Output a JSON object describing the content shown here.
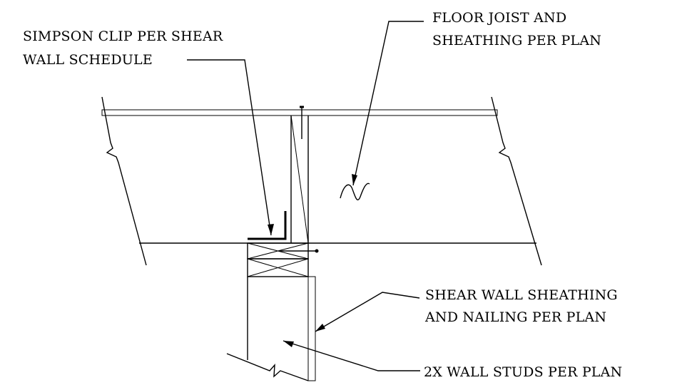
{
  "labels": {
    "floor_joist_line1": "FLOOR JOIST AND",
    "floor_joist_line2": "SHEATHING PER PLAN",
    "simpson_line1": "SIMPSON CLIP PER SHEAR",
    "simpson_line2": "WALL SCHEDULE",
    "shear_line1": "SHEAR WALL SHEATHING",
    "shear_line2": "AND NAILING PER PLAN",
    "studs_line1": "2X WALL STUDS PER PLAN"
  }
}
